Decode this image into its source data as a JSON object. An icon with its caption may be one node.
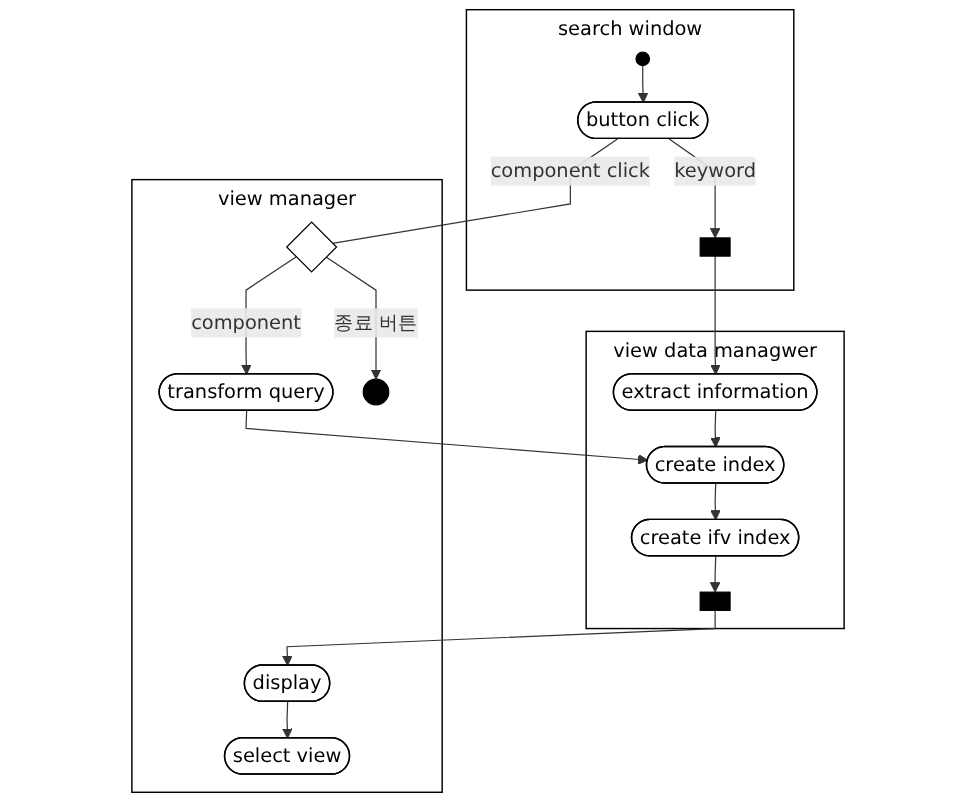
{
  "diagram": {
    "nodes": [
      {
        "text": [
          "search window"
        ]
      },
      {
        "text": [
          "view data managwer"
        ]
      },
      {
        "text": [
          "view manager"
        ]
      },
      {
        "text": [],
        "shape": "circle",
        "in": 0
      },
      {
        "text": [
          "button click"
        ],
        "in": 0
      },
      {
        "text": [],
        "shape": "bar",
        "in": 0
      },
      {
        "text": [
          "extract information"
        ],
        "in": 1
      },
      {
        "text": [
          "create index"
        ],
        "in": 1
      },
      {
        "text": [
          "create ifv index"
        ],
        "in": 1
      },
      {
        "text": [],
        "shape": "bar",
        "in": 1
      },
      {
        "text": [],
        "shape": "diamond",
        "in": 2
      },
      {
        "text": [
          "transform query"
        ],
        "in": 2
      },
      {
        "text": [
          "display"
        ],
        "in": 2
      },
      {
        "text": [
          "select view"
        ],
        "in": 2
      },
      {
        "text": [],
        "shape": "circle",
        "in": 2
      }
    ],
    "edges": [
      {
        "from": 3,
        "to": 4,
        "arrow": "to"
      },
      {
        "from": 4,
        "to": 5,
        "arrow": "to",
        "label": "keyword"
      },
      {
        "from": 4,
        "to": 10,
        "arrow": "none",
        "label": "component click"
      },
      {
        "from": 5,
        "to": 6,
        "arrow": "to"
      },
      {
        "from": 6,
        "to": 7,
        "arrow": "to"
      },
      {
        "from": 7,
        "to": 8,
        "arrow": "to"
      },
      {
        "from": 8,
        "to": 9,
        "arrow": "to"
      },
      {
        "from": 9,
        "to": 12,
        "arrow": "to"
      },
      {
        "from": 10,
        "to": 11,
        "arrow": "to",
        "label": "component"
      },
      {
        "from": 11,
        "to": 7,
        "arrow": "to"
      },
      {
        "from": 10,
        "to": 14,
        "arrow": "to",
        "label": "종료 버튼"
      },
      {
        "from": 12,
        "to": 13,
        "arrow": "to"
      }
    ]
  }
}
